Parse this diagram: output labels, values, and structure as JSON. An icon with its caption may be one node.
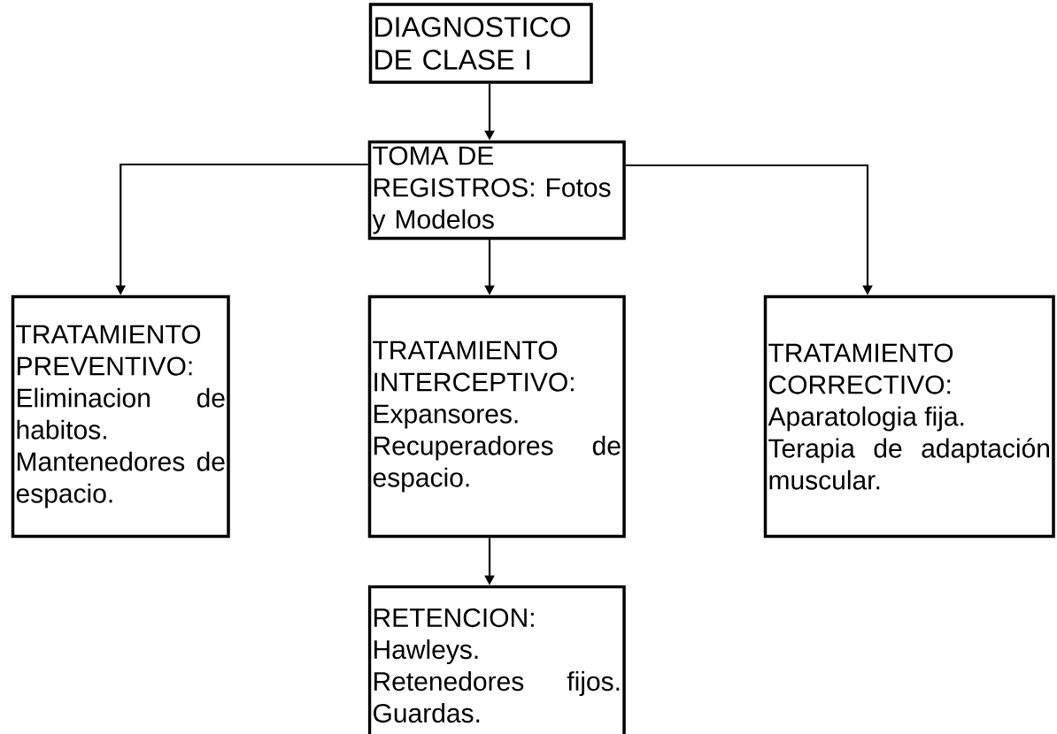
{
  "diagram": {
    "nodes": [
      {
        "text": [
          "DIAGNOSTICO DE CLASE I"
        ]
      },
      {
        "text": [
          "TOMA DE REGISTROS: Fotos y Modelos"
        ]
      },
      {
        "text": [
          "TRATAMIENTO PREVENTIVO:",
          "Eliminacion de habitos.",
          "Mantenedores de espacio."
        ]
      },
      {
        "text": [
          "TRATAMIENTO INTERCEPTIVO:",
          "Expansores.",
          "Recuperadores de espacio."
        ]
      },
      {
        "text": [
          "TRATAMIENTO CORRECTIVO:",
          "Aparatologia fija.",
          "Terapia de adaptación muscular."
        ]
      },
      {
        "text": [
          "RETENCION:",
          "Hawleys.",
          "Retenedores fijos. Guardas."
        ]
      }
    ],
    "edges": [
      {
        "from": 0,
        "to": 1,
        "arrow": "to"
      },
      {
        "from": 1,
        "to": 2,
        "arrow": "to"
      },
      {
        "from": 1,
        "to": 3,
        "arrow": "to"
      },
      {
        "from": 1,
        "to": 4,
        "arrow": "to"
      },
      {
        "from": 3,
        "to": 5,
        "arrow": "to"
      }
    ]
  }
}
